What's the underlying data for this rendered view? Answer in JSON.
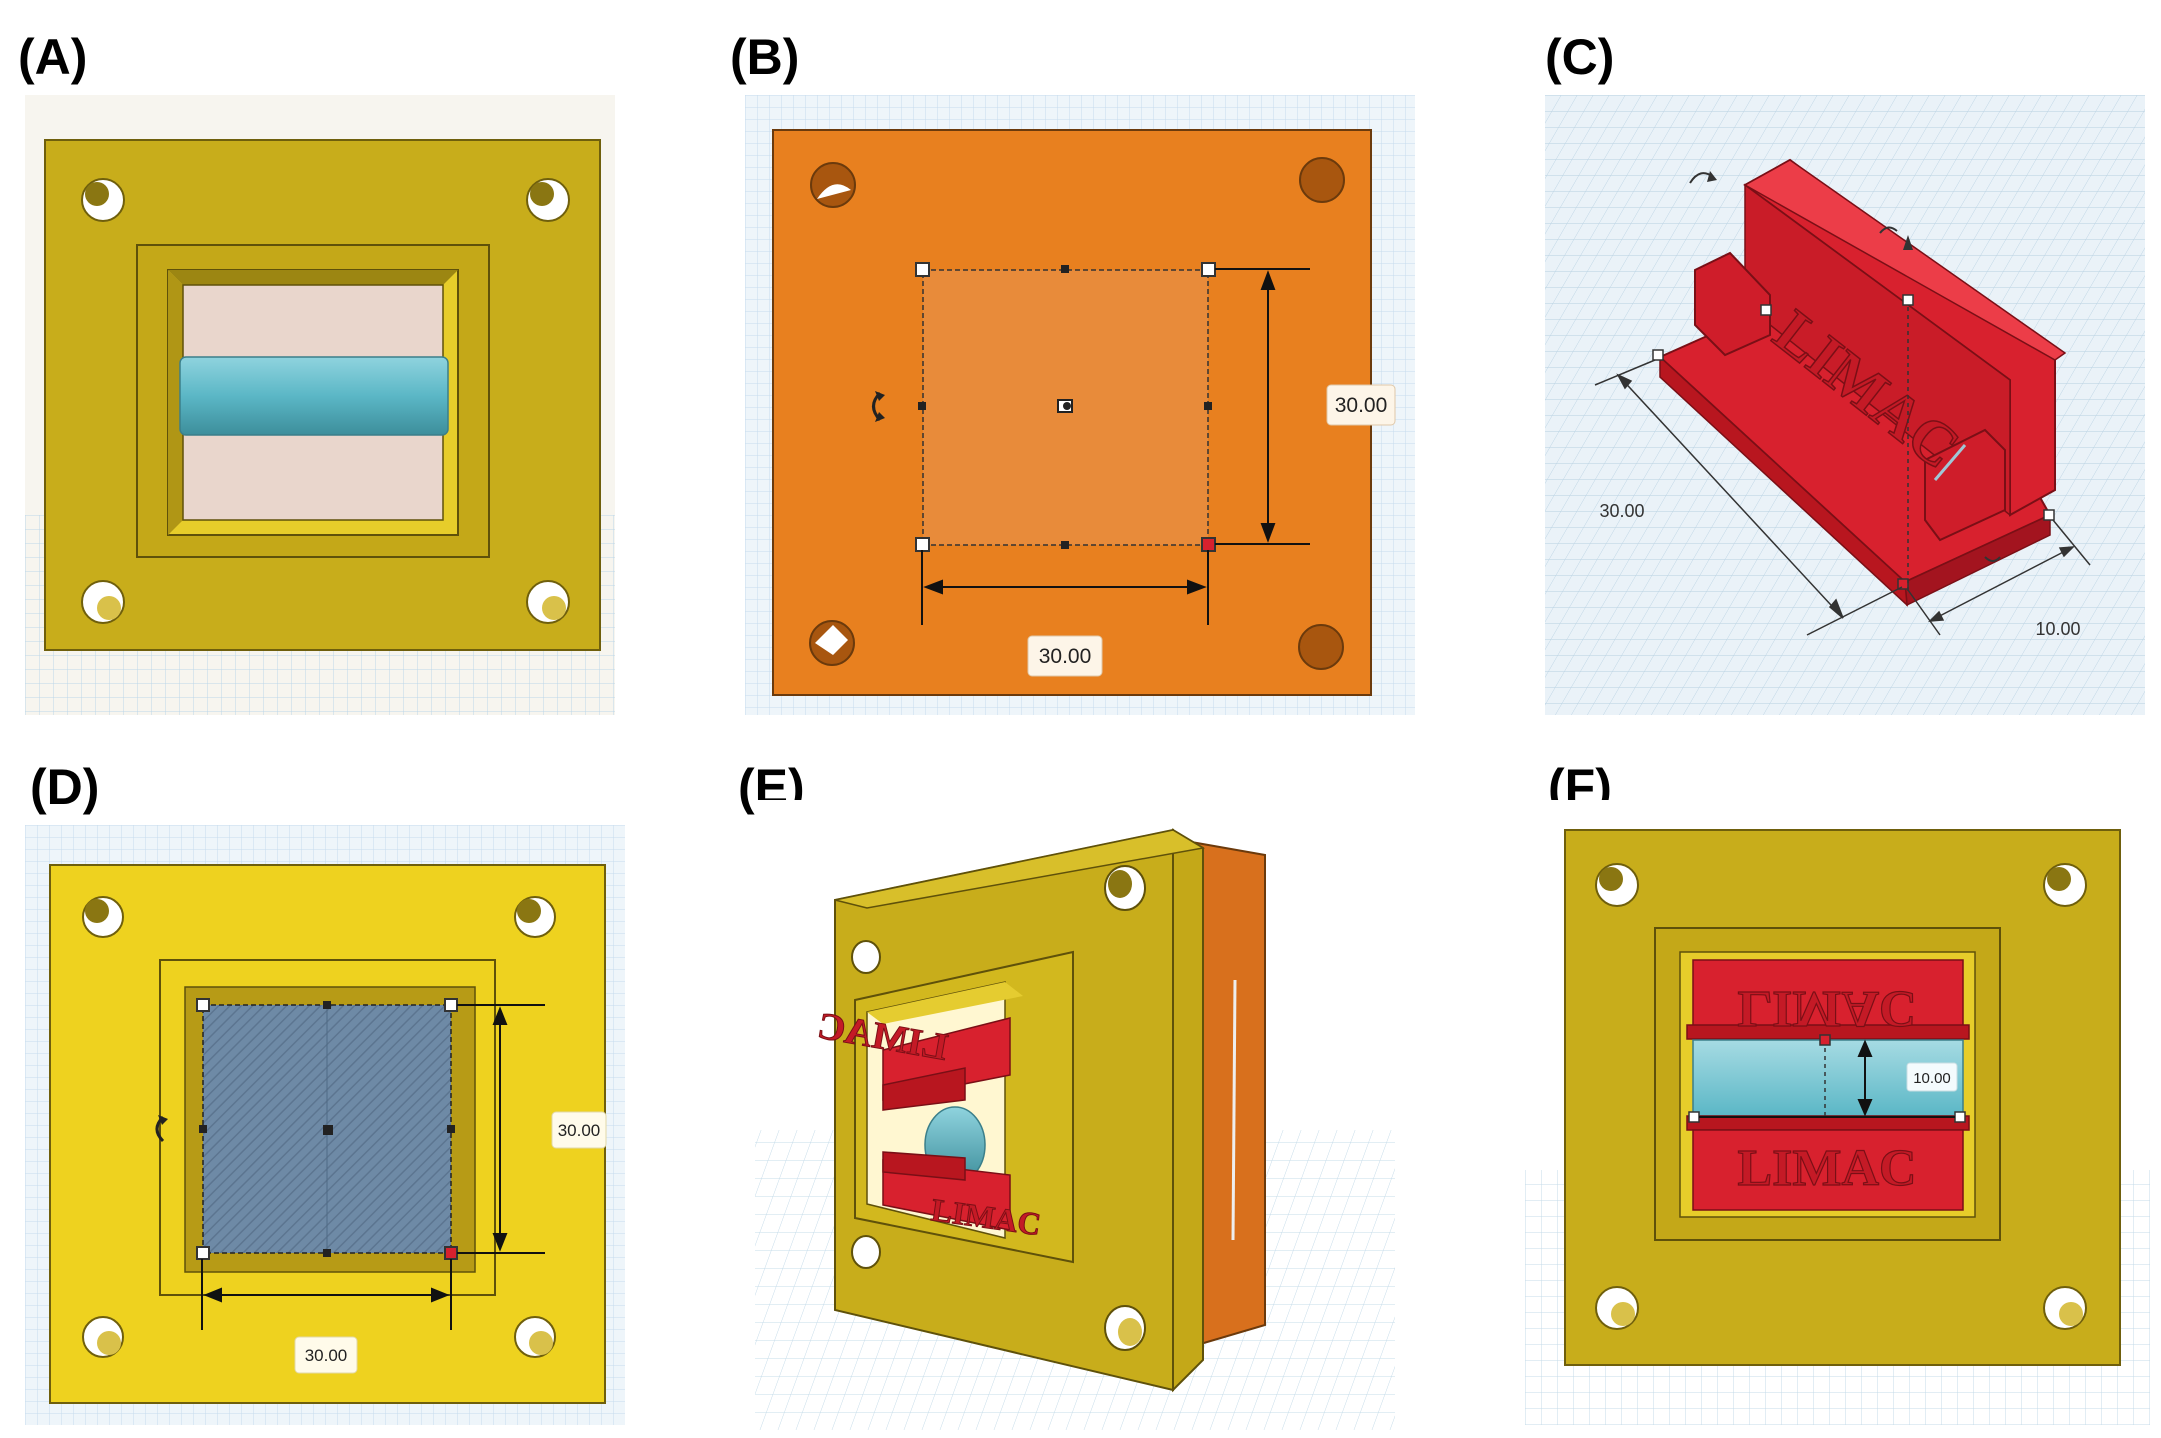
{
  "figure": {
    "panels": [
      {
        "label": "(A)"
      },
      {
        "label": "(B)",
        "width_dim": "30.00",
        "height_dim": "30.00"
      },
      {
        "label": "(C)",
        "length_dim": "30.00",
        "depth_dim": "10.00",
        "text": "LIMAC"
      },
      {
        "label": "(D)",
        "width_dim": "30.00",
        "height_dim": "30.00"
      },
      {
        "label": "(E)",
        "text": "LIMAC"
      },
      {
        "label": "(F)",
        "gap_dim": "10.00",
        "text": "LIMAC"
      }
    ]
  },
  "colors": {
    "mold_yellow": "#c8ad1b",
    "mold_yellow_bright": "#e9c91d",
    "mold_orange": "#e8801f",
    "insert_red": "#d8212e",
    "rod_cyan": "#5bb7c6",
    "cavity_pink": "#e9d6cc",
    "grid_blue": "#d7e7f2"
  }
}
